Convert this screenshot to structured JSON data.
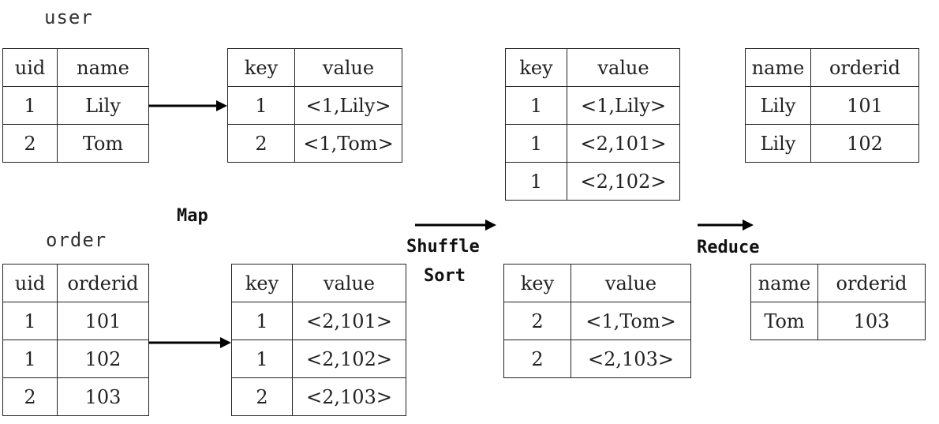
{
  "captions": {
    "user": "user",
    "order": "order"
  },
  "steps": {
    "map": "Map",
    "shuffle": "Shuffle",
    "sort": "Sort",
    "reduce": "Reduce"
  },
  "tables": {
    "user": {
      "headers": [
        "uid",
        "name"
      ],
      "rows": [
        [
          "1",
          "Lily"
        ],
        [
          "2",
          "Tom"
        ]
      ]
    },
    "order": {
      "headers": [
        "uid",
        "orderid"
      ],
      "rows": [
        [
          "1",
          "101"
        ],
        [
          "1",
          "102"
        ],
        [
          "2",
          "103"
        ]
      ]
    },
    "map_user": {
      "headers": [
        "key",
        "value"
      ],
      "rows": [
        [
          "1",
          "<1,Lily>"
        ],
        [
          "2",
          "<1,Tom>"
        ]
      ]
    },
    "map_order": {
      "headers": [
        "key",
        "value"
      ],
      "rows": [
        [
          "1",
          "<2,101>"
        ],
        [
          "1",
          "<2,102>"
        ],
        [
          "2",
          "<2,103>"
        ]
      ]
    },
    "shuffle_1": {
      "headers": [
        "key",
        "value"
      ],
      "rows": [
        [
          "1",
          "<1,Lily>"
        ],
        [
          "1",
          "<2,101>"
        ],
        [
          "1",
          "<2,102>"
        ]
      ]
    },
    "shuffle_2": {
      "headers": [
        "key",
        "value"
      ],
      "rows": [
        [
          "2",
          "<1,Tom>"
        ],
        [
          "2",
          "<2,103>"
        ]
      ]
    },
    "reduce_1": {
      "headers": [
        "name",
        "orderid"
      ],
      "rows": [
        [
          "Lily",
          "101"
        ],
        [
          "Lily",
          "102"
        ]
      ]
    },
    "reduce_2": {
      "headers": [
        "name",
        "orderid"
      ],
      "rows": [
        [
          "Tom",
          "103"
        ]
      ]
    }
  }
}
